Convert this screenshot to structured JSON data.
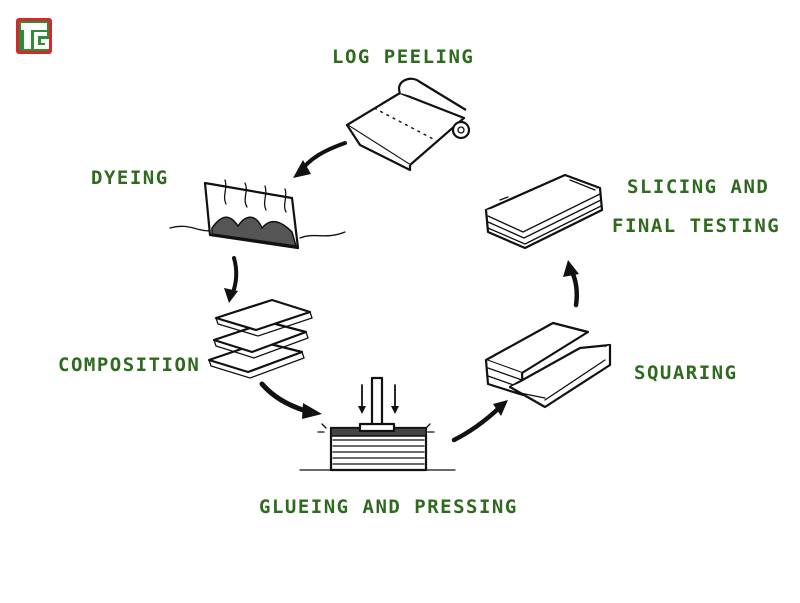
{
  "brand": {
    "logo_icon": "tc-logo-icon",
    "colors": {
      "logo_red": "#d8262b",
      "logo_green": "#2e8b3a",
      "label_green": "#2f6b1f"
    }
  },
  "steps": {
    "log_peeling": "LOG PEELING",
    "dyeing": "DYEING",
    "composition": "COMPOSITION",
    "glueing": "GLUEING AND PRESSING",
    "squaring": "SQUARING",
    "slicing_line1": "SLICING AND",
    "slicing_line2": "FINAL TESTING"
  }
}
